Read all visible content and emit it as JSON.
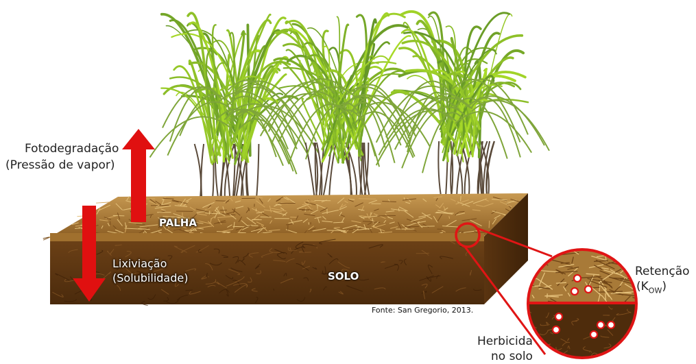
{
  "labels": {
    "photo_line1": "Fotodegradação",
    "photo_line2": "(Pressão de vapor)",
    "straw": "PALHA",
    "soil": "SOLO",
    "leach_line1": "Lixiviação",
    "leach_line2": "(Solubilidade)",
    "retention_line1": "Retenção",
    "retention_k": "(K",
    "retention_sub": "OW",
    "retention_close": ")",
    "herbicide_line1": "Herbicida",
    "herbicide_line2": "no solo",
    "source": "Fonte: San Gregorio, 2013."
  },
  "colors": {
    "arrow": "#e01010",
    "magnifier": "#e01515",
    "straw": "#b98a3e",
    "soil": "#5a3510",
    "plant": "#7fa53a"
  }
}
